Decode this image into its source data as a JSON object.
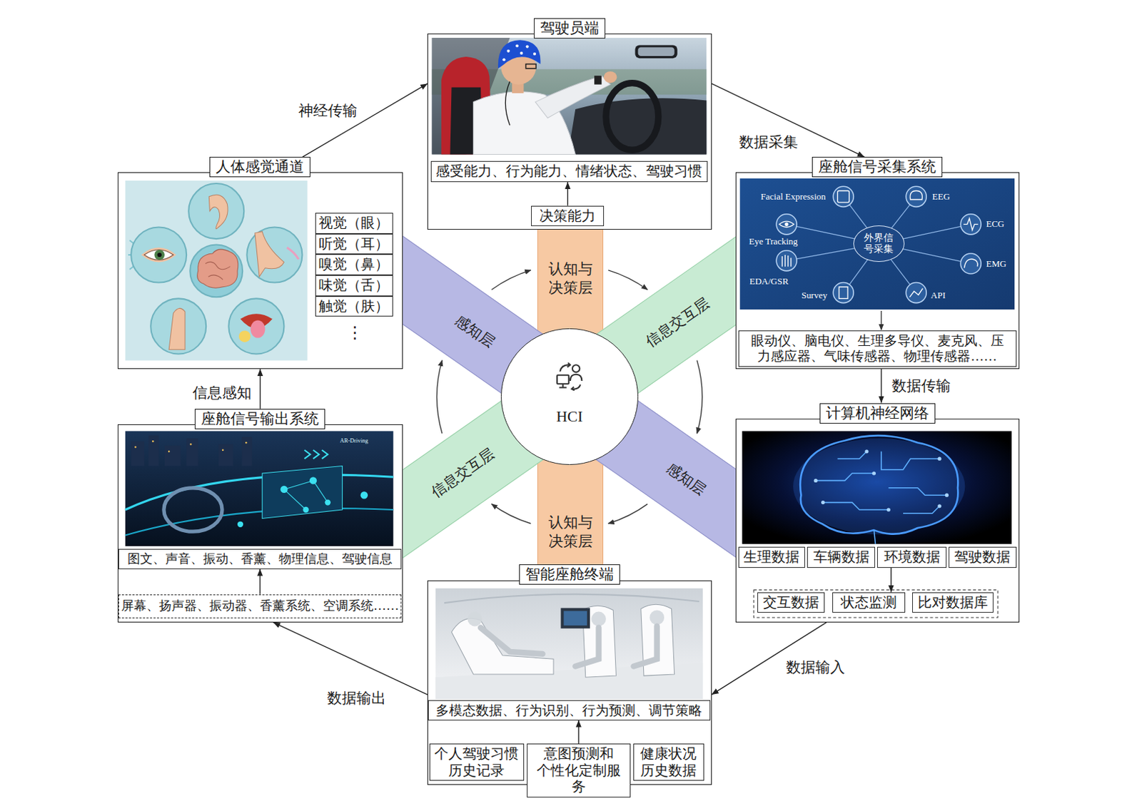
{
  "diagram": {
    "nodes": [
      {
        "text": [
          "驾驶员端"
        ]
      },
      {
        "text": [
          "感受能力、行为能力、情绪状态、驾驶习惯"
        ],
        "in": 0
      },
      {
        "text": [
          "决策能力"
        ],
        "in": 0
      },
      {
        "text": [
          "人体感觉通道"
        ]
      },
      {
        "text": [
          "视觉（眼）"
        ],
        "in": 3
      },
      {
        "text": [
          "听觉（耳）"
        ],
        "in": 3
      },
      {
        "text": [
          "嗅觉（鼻）"
        ],
        "in": 3
      },
      {
        "text": [
          "味觉（舌）"
        ],
        "in": 3
      },
      {
        "text": [
          "触觉（肤）"
        ],
        "in": 3
      },
      {
        "text": [
          "座舱信号采集系统"
        ]
      },
      {
        "text": [
          "外界信 号采集"
        ],
        "in": 9
      },
      {
        "text": [
          "眼动仪、脑电仪、生理多导仪、麦克风、压 力感应器、气味传感器、物理传感器……"
        ],
        "in": 9
      },
      {
        "text": [
          "认知与 决策层",
          "认知与 决策层"
        ]
      },
      {
        "text": [
          "感知层",
          "感知层"
        ]
      },
      {
        "text": [
          "信息交互层",
          "信息交互层"
        ]
      },
      {
        "text": [
          "HCI"
        ]
      },
      {
        "text": [
          "座舱信号输出系统"
        ]
      },
      {
        "text": [
          "图文、声音、振动、香薰、物理信息、驾驶信息"
        ],
        "in": 16
      },
      {
        "text": [
          "屏幕、扬声器、振动器、香薰系统、空调系统……"
        ],
        "in": 16
      },
      {
        "text": [
          "计算机神经网络"
        ]
      },
      {
        "text": [
          "生理数据"
        ],
        "in": 19
      },
      {
        "text": [
          "车辆数据"
        ],
        "in": 19
      },
      {
        "text": [
          "环境数据"
        ],
        "in": 19
      },
      {
        "text": [
          "驾驶数据"
        ],
        "in": 19
      },
      {
        "text": [
          "交互数据"
        ],
        "in": 19
      },
      {
        "text": [
          "状态监测"
        ],
        "in": 19
      },
      {
        "text": [
          "比对数据库"
        ],
        "in": 19
      },
      {
        "text": [
          "智能座舱终端"
        ]
      },
      {
        "text": [
          "多模态数据、行为识别、行为预测、调节策略"
        ],
        "in": 27
      },
      {
        "text": [
          "个人驾驶习惯 历史记录"
        ],
        "in": 27
      },
      {
        "text": [
          "意图预测和 个性化定制服务"
        ],
        "in": 27
      },
      {
        "text": [
          "健康状况 历史数据"
        ],
        "in": 27
      }
    ],
    "edges": [
      {
        "from": 3,
        "to": 0,
        "label": "神经传输",
        "arrow": "to"
      },
      {
        "from": 0,
        "to": 9,
        "label": "数据采集",
        "arrow": "to"
      },
      {
        "from": 9,
        "to": 19,
        "label": "数据传输",
        "arrow": "to"
      },
      {
        "from": 19,
        "to": 27,
        "label": "数据输入",
        "arrow": "to"
      },
      {
        "from": 27,
        "to": 16,
        "label": "数据输出",
        "arrow": "to"
      },
      {
        "from": 16,
        "to": 3,
        "label": "信息感知",
        "arrow": "to"
      },
      {
        "from": 2,
        "to": 1,
        "arrow": "to"
      },
      {
        "from": 22,
        "to": 25,
        "arrow": "to"
      },
      {
        "from": 30,
        "to": 28,
        "arrow": "to"
      },
      {
        "from": 18,
        "to": 17,
        "arrow": "to"
      }
    ],
    "labels": [
      "⋮",
      "Facial Expression",
      "EEG",
      "Eye Tracking",
      "ECG",
      "EDA/GSR",
      "EMG",
      "Survey",
      "API",
      "AR-Driving"
    ]
  }
}
